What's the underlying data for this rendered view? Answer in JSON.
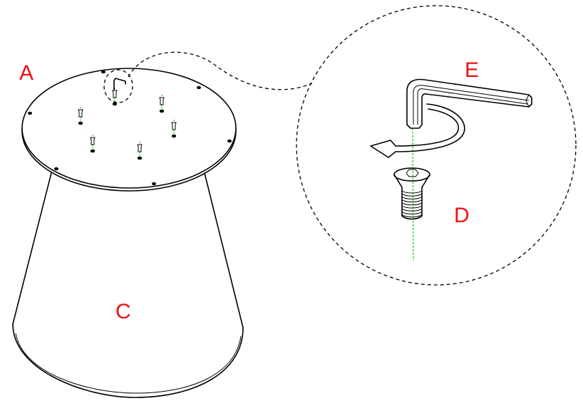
{
  "labels": {
    "top_plate": "A",
    "base": "C",
    "screw": "D",
    "hex_key": "E"
  },
  "colors": {
    "label_text": "#ee1111",
    "line": "#000000",
    "axis_guide": "#22dd22",
    "background": "#ffffff"
  },
  "icons": {
    "rotation_arrow": "clockwise-rotation-arrow-icon"
  }
}
